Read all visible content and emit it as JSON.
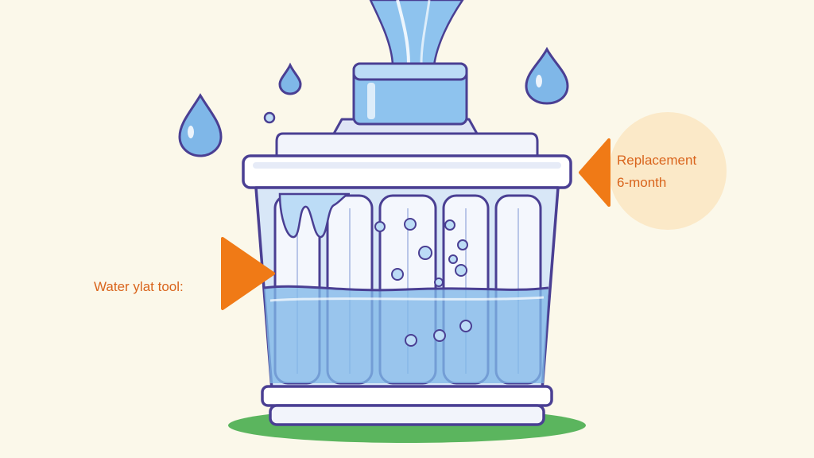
{
  "callouts": {
    "left_label": "Water ylat tool:",
    "right_line1": "Replacement",
    "right_line2": "6-month"
  },
  "colors": {
    "background": "#fbf8ea",
    "outline": "#4a3f93",
    "water": "#7fb7e8",
    "water_light": "#bcdcf6",
    "accent_orange": "#f07a16",
    "label_text": "#d9641c",
    "callout_circle": "#fbe9c8",
    "ground": "#5bb55e"
  }
}
